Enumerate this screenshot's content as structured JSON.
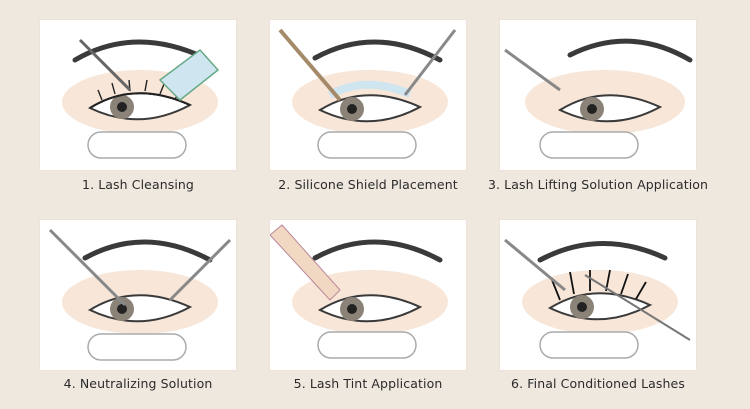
{
  "steps": [
    {
      "label": "1. Lash Cleansing"
    },
    {
      "label": "2. Silicone Shield Placement"
    },
    {
      "label": "3. Lash Lifting Solution Application"
    },
    {
      "label": "4. Neutralizing Solution"
    },
    {
      "label": "5. Lash Tint Application"
    },
    {
      "label": "6. Final Conditioned Lashes"
    }
  ],
  "colors": {
    "background": "#efe8df",
    "panel": "#ffffff",
    "skin_tint": "#f5dcc8",
    "line": "#3a3a3a",
    "iris": "#8c8378",
    "shield": "#cfe6f0",
    "brush": "#f1d8c2"
  }
}
